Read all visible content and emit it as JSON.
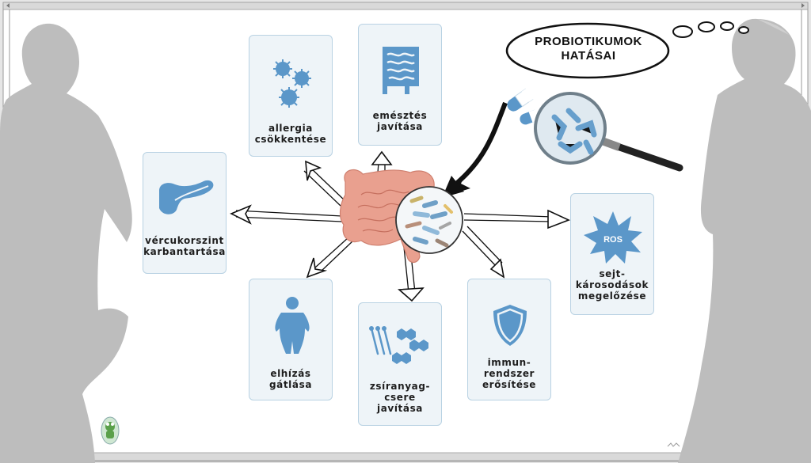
{
  "title": {
    "line1": "PROBIOTIKUMOK",
    "line2": "HATÁSAI"
  },
  "cards": {
    "allergia": "allergia\ncsökkentése",
    "emesztes": "emésztés\njavítása",
    "vercukor": "vércukorszint\nkarbantartása",
    "elhizas": "elhízás\ngátlása",
    "zsiranyag": "zsíranyag-\ncsere\njavítása",
    "immun": "immun-\nrendszer\nerősítése",
    "sejt": "sejt-\nkárosodások\nmegelőzése"
  },
  "ros_label": "ROS",
  "colors": {
    "card_bg": "#eef4f8",
    "card_border": "#b9d2e3",
    "icon_blue": "#5b97c9",
    "gut": "#e9a08f"
  }
}
